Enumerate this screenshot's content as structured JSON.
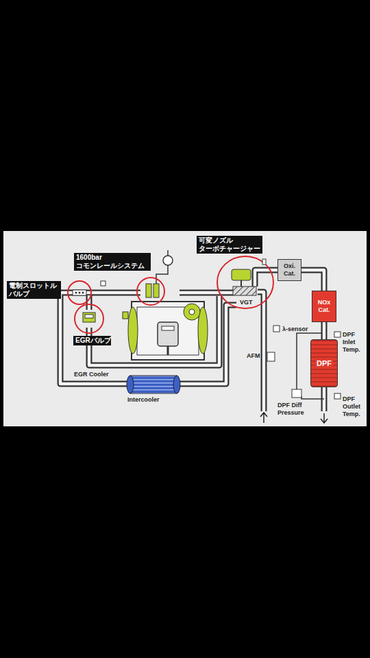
{
  "diagram": {
    "nodes": [
      {
        "text": [
          "可変ノズル ターボチャージャー"
        ]
      },
      {
        "text": [
          "1600bar コモンレールシステム"
        ]
      },
      {
        "text": [
          "Oxi. Cat."
        ]
      },
      {
        "text": [
          "電制スロットル バルブ"
        ]
      },
      {
        "text": [
          "NOx Cat."
        ]
      },
      {
        "text": [
          "EGRバルブ"
        ]
      },
      {
        "text": [
          "DPF"
        ]
      }
    ],
    "edges": [
      {
        "from": 2,
        "to": 4,
        "arrow": "none"
      },
      {
        "from": 4,
        "to": 6,
        "arrow": "none"
      }
    ],
    "labels": [
      "VGT",
      "λ-sensor",
      "AFM",
      "DPF Inlet Temp.",
      "EGR Cooler",
      "Intercooler",
      "DPF Diff Pressure",
      "DPF Outlet Temp."
    ]
  }
}
